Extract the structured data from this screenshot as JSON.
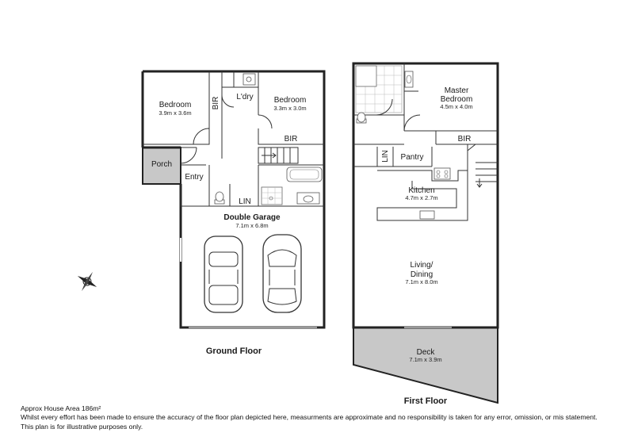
{
  "ground_floor": {
    "title": "Ground Floor",
    "bedroom_1": {
      "name": "Bedroom",
      "size": "3.9m x 3.6m"
    },
    "bedroom_2": {
      "name": "Bedroom",
      "size": "3.3m x 3.0m"
    },
    "bir_1": "BIR",
    "bir_2": "BIR",
    "laundry": "L'dry",
    "porch": "Porch",
    "entry": "Entry",
    "lin": "LIN",
    "garage": {
      "name": "Double Garage",
      "size": "7.1m x 6.8m"
    }
  },
  "first_floor": {
    "title": "First Floor",
    "master_bedroom": {
      "name_line1": "Master",
      "name_line2": "Bedroom",
      "size": "4.5m x 4.0m"
    },
    "bir": "BIR",
    "lin": "LIN",
    "pantry": "Pantry",
    "kitchen": {
      "name": "Kitchen",
      "size": "4.7m x 2.7m"
    },
    "living": {
      "name_line1": "Living/",
      "name_line2": "Dining",
      "size": "7.1m x 8.0m"
    },
    "deck": {
      "name": "Deck",
      "size": "7.1m x 3.9m"
    }
  },
  "footer": {
    "area": "Approx House Area 186m²",
    "disclaimer": "Whilst every effort has been made to ensure the accuracy of the floor plan depicted here, measurments are approximate and no responsibility is taken for any error, omission, or mis statement.",
    "note": "This plan is for illustrative purposes only."
  },
  "colors": {
    "porch": "#c8c8c8",
    "deck": "#c8c8c8",
    "walls": "#222222"
  },
  "icons": [
    "compass-icon",
    "car-icon",
    "toilet-icon",
    "shower-icon",
    "basin-icon",
    "bath-icon",
    "stairs-icon",
    "door-swing-icon"
  ]
}
